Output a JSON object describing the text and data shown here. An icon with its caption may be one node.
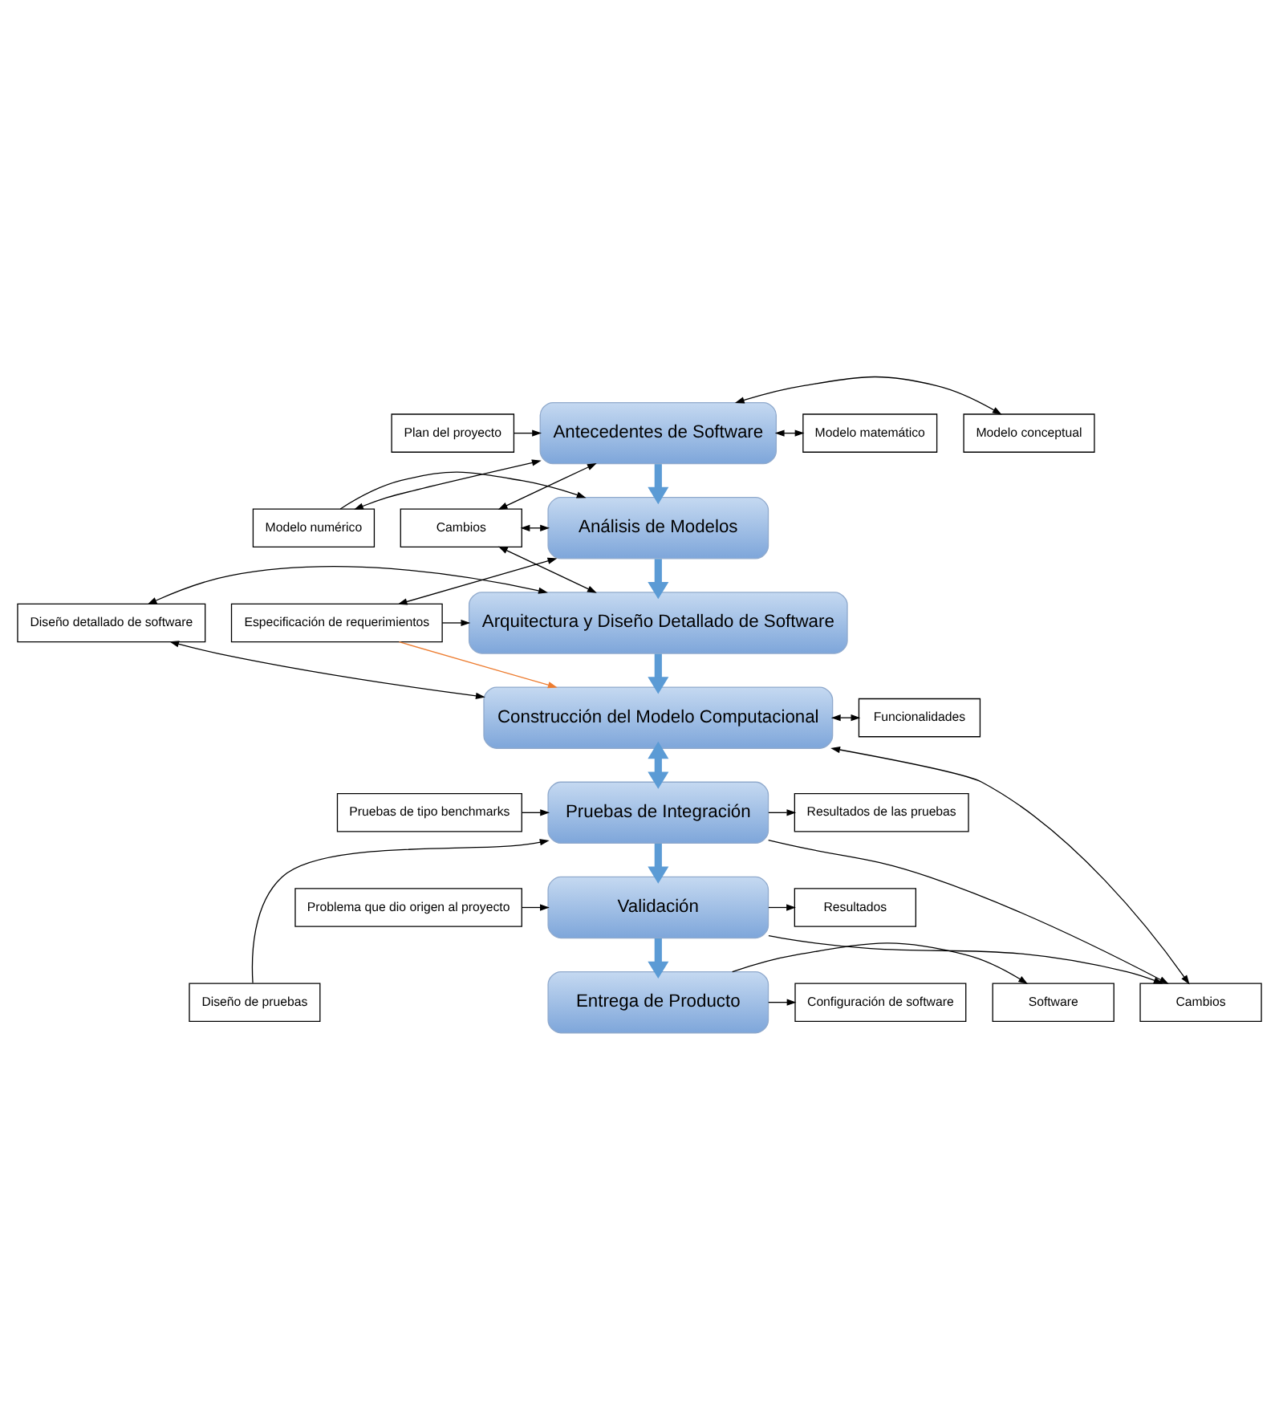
{
  "diagram": {
    "nodes": [
      {
        "text": [
          "Antecedentes de Software"
        ]
      },
      {
        "text": [
          "Análisis de Modelos"
        ]
      },
      {
        "text": [
          "Arquitectura y Diseño Detallado de Software"
        ]
      },
      {
        "text": [
          "Construcción del Modelo Computacional"
        ]
      },
      {
        "text": [
          "Pruebas de Integración"
        ]
      },
      {
        "text": [
          "Validación"
        ]
      },
      {
        "text": [
          "Entrega de Producto"
        ]
      },
      {
        "text": [
          "Modelo conceptual"
        ]
      },
      {
        "text": [
          "Plan del proyecto"
        ]
      },
      {
        "text": [
          "Modelo matemático"
        ]
      },
      {
        "text": [
          "Modelo numérico"
        ]
      },
      {
        "text": [
          "Cambios"
        ]
      },
      {
        "text": [
          "Especificación de requerimientos"
        ]
      },
      {
        "text": [
          "Diseño detallado de software"
        ]
      },
      {
        "text": [
          "Funcionalidades"
        ]
      },
      {
        "text": [
          "Pruebas de tipo benchmarks"
        ]
      },
      {
        "text": [
          "Resultados de las pruebas"
        ]
      },
      {
        "text": [
          "Cambios"
        ]
      },
      {
        "text": [
          "Diseño de pruebas"
        ]
      },
      {
        "text": [
          "Resultados"
        ]
      },
      {
        "text": [
          "Problema que dio origen al proyecto"
        ]
      },
      {
        "text": [
          "Software"
        ]
      },
      {
        "text": [
          "Configuración de software"
        ]
      }
    ],
    "edges": [
      {
        "from": 0,
        "to": 1,
        "arrow": "to",
        "style": "thick",
        "color": "#5b9bd5"
      },
      {
        "from": 1,
        "to": 2,
        "arrow": "to",
        "style": "thick",
        "color": "#5b9bd5"
      },
      {
        "from": 2,
        "to": 3,
        "arrow": "to",
        "style": "thick",
        "color": "#5b9bd5"
      },
      {
        "from": 3,
        "to": 4,
        "arrow": "both",
        "style": "thick",
        "color": "#5b9bd5"
      },
      {
        "from": 4,
        "to": 5,
        "arrow": "to",
        "style": "thick",
        "color": "#5b9bd5"
      },
      {
        "from": 5,
        "to": 6,
        "arrow": "to",
        "style": "thick",
        "color": "#5b9bd5"
      },
      {
        "from": 0,
        "to": 7,
        "arrow": "both"
      },
      {
        "from": 8,
        "to": 0,
        "arrow": "to"
      },
      {
        "from": 0,
        "to": 9,
        "arrow": "both"
      },
      {
        "from": 0,
        "to": 10,
        "arrow": "both"
      },
      {
        "from": 10,
        "to": 1,
        "arrow": "to"
      },
      {
        "from": 11,
        "to": 0,
        "arrow": "both"
      },
      {
        "from": 11,
        "to": 1,
        "arrow": "both"
      },
      {
        "from": 11,
        "to": 2,
        "arrow": "both"
      },
      {
        "from": 1,
        "to": 12,
        "arrow": "both"
      },
      {
        "from": 12,
        "to": 2,
        "arrow": "to"
      },
      {
        "from": 12,
        "to": 3,
        "arrow": "to",
        "color": "#ed7d31"
      },
      {
        "from": 13,
        "to": 2,
        "arrow": "both"
      },
      {
        "from": 13,
        "to": 3,
        "arrow": "both"
      },
      {
        "from": 3,
        "to": 14,
        "arrow": "both"
      },
      {
        "from": 17,
        "to": 3,
        "arrow": "both"
      },
      {
        "from": 15,
        "to": 4,
        "arrow": "to"
      },
      {
        "from": 18,
        "to": 4,
        "arrow": "to"
      },
      {
        "from": 4,
        "to": 16,
        "arrow": "to"
      },
      {
        "from": 4,
        "to": 17,
        "arrow": "to"
      },
      {
        "from": 5,
        "to": 17,
        "arrow": "to"
      },
      {
        "from": 5,
        "to": 19,
        "arrow": "to"
      },
      {
        "from": 20,
        "to": 5,
        "arrow": "to"
      },
      {
        "from": 6,
        "to": 21,
        "arrow": "to"
      },
      {
        "from": 6,
        "to": 22,
        "arrow": "to"
      }
    ]
  }
}
